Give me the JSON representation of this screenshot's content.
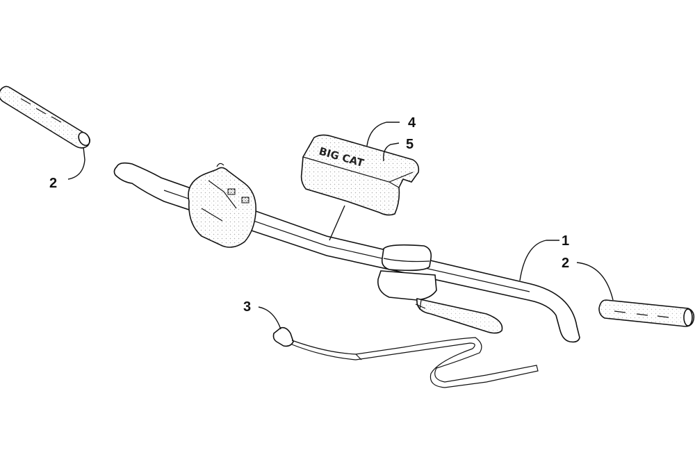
{
  "diagram": {
    "callouts": [
      {
        "id": "c1",
        "label": "1"
      },
      {
        "id": "c2a",
        "label": "2"
      },
      {
        "id": "c2b",
        "label": "2"
      },
      {
        "id": "c3",
        "label": "3"
      },
      {
        "id": "c4",
        "label": "4"
      },
      {
        "id": "c5",
        "label": "5"
      }
    ],
    "pad_print": "BIG CAT"
  }
}
